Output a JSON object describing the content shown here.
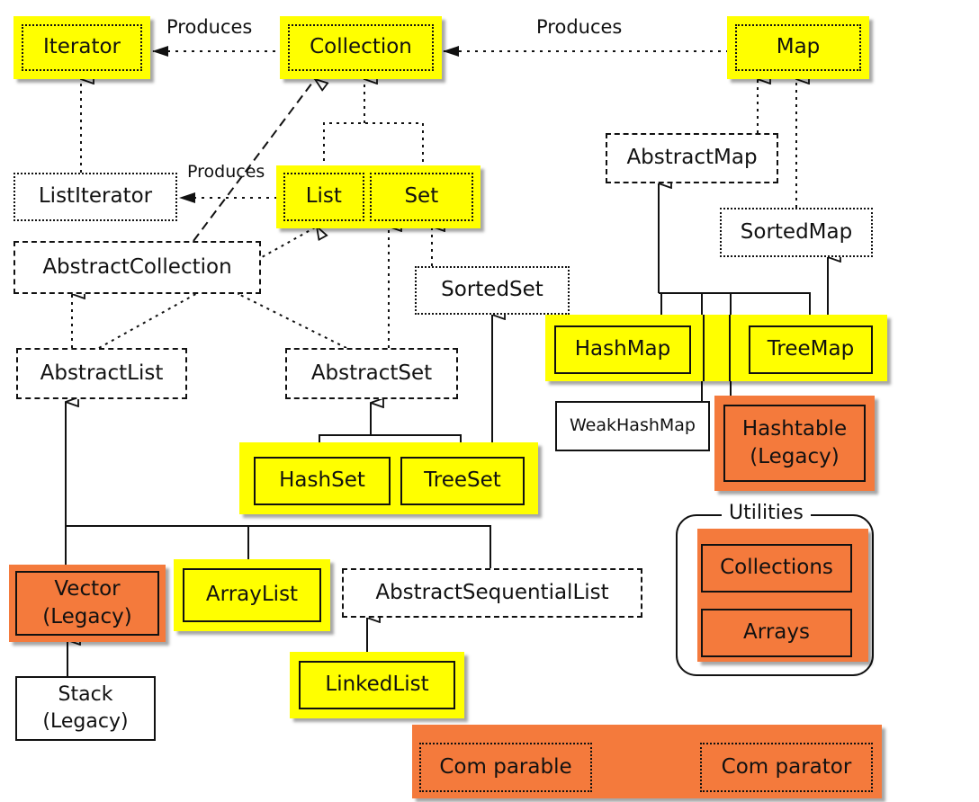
{
  "nodes": {
    "iterator": "Iterator",
    "collection": "Collection",
    "map": "Map",
    "list_iterator": "ListIterator",
    "list": "List",
    "set": "Set",
    "abstract_map": "AbstractMap",
    "sorted_map": "SortedMap",
    "abstract_collection": "AbstractCollection",
    "sorted_set": "SortedSet",
    "hash_map": "HashMap",
    "tree_map": "TreeMap",
    "abstract_list": "AbstractList",
    "abstract_set": "AbstractSet",
    "weak_hash_map": "WeakHashMap",
    "hashtable": "Hashtable\n(Legacy)",
    "hash_set": "HashSet",
    "tree_set": "TreeSet",
    "vector": "Vector\n(Legacy)",
    "array_list": "ArrayList",
    "abstract_sequential_list": "AbstractSequentialList",
    "linked_list": "LinkedList",
    "stack": "Stack\n(Legacy)",
    "collections": "Collections",
    "arrays": "Arrays",
    "comparable": "Com parable",
    "comparator": "Com parator"
  },
  "labels": {
    "produces_iterator": "Produces",
    "produces_map": "Produces",
    "produces_list_iterator": "Produces",
    "utilities": "Utilities"
  },
  "colors": {
    "interface": "#ffff00",
    "legacy_utility": "#f47a3c",
    "line": "#111111"
  }
}
